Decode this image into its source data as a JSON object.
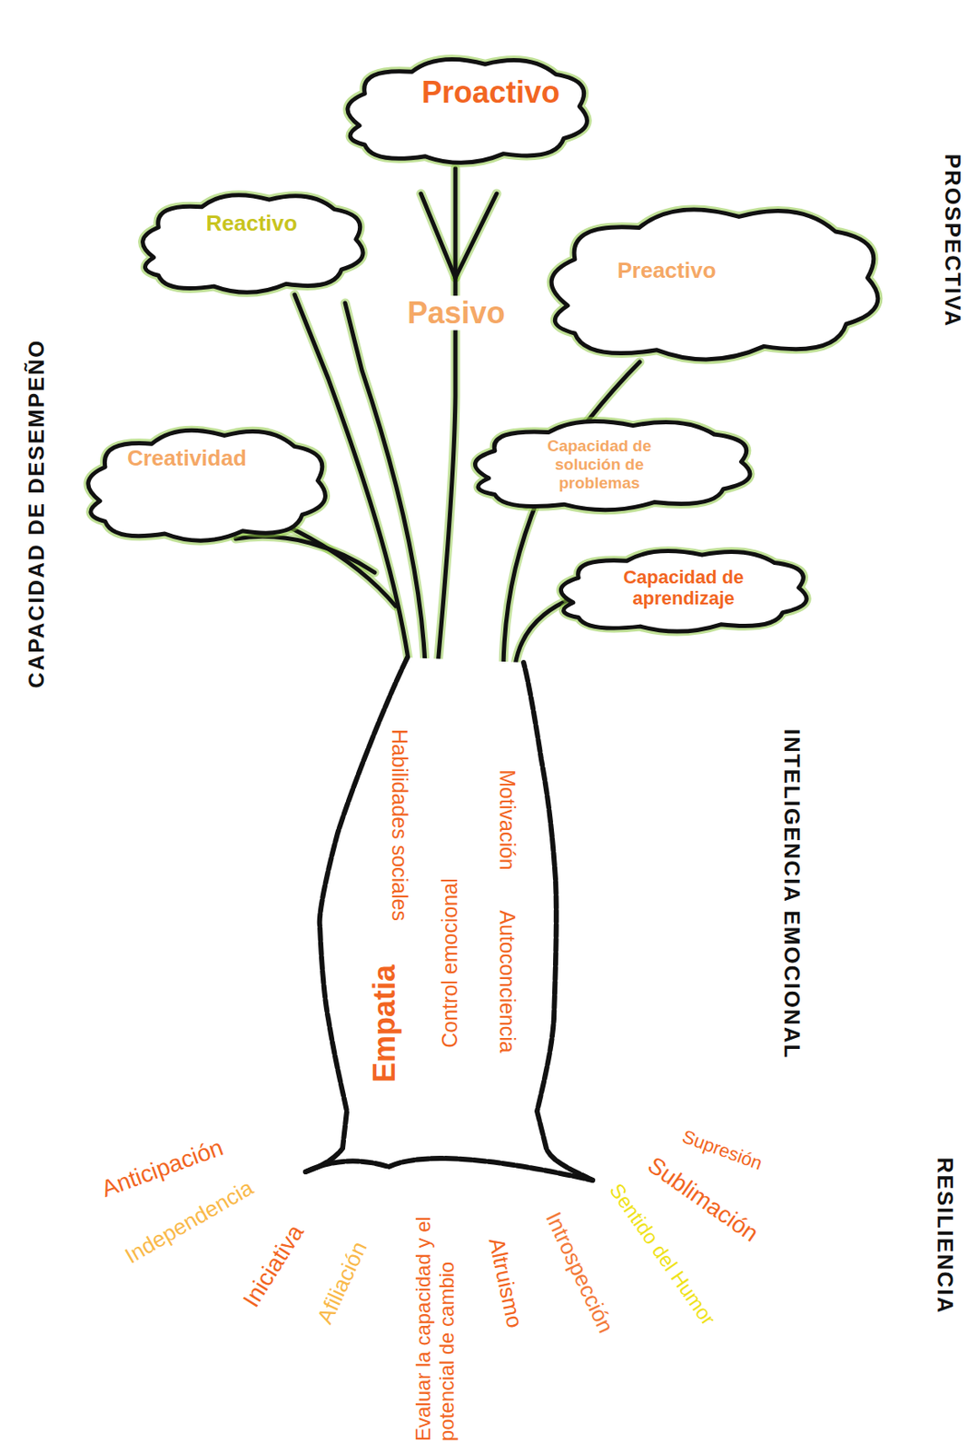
{
  "diagram": {
    "nodes": [
      {
        "text": [
          "Proactivo"
        ]
      },
      {
        "text": [
          "Reactivo"
        ]
      },
      {
        "text": [
          "Preactivo"
        ]
      },
      {
        "text": [
          "Creatividad"
        ]
      },
      {
        "text": [
          "Capacidad de solución de problemas"
        ]
      },
      {
        "text": [
          "Capacidad de aprendizaje"
        ]
      },
      {
        "text": [
          "Habilidades sociales",
          "Motivación",
          "Autoconciencia",
          "Empatia",
          "Control emocional"
        ]
      }
    ],
    "labels": [
      "Pasivo",
      "CAPACIDAD DE DESEMPEÑO",
      "PROSPECTIVA",
      "INTELIGENCIA EMOCIONAL",
      "RESILIENCIA",
      "Anticipación",
      "Independencia",
      "Iniciativa",
      "Afiliación",
      "Evaluar la capacidad y el potencial de cambio",
      "Altruismo",
      "Introspección",
      "Sentido del Humor",
      "Supresión",
      "Sublimación"
    ]
  }
}
